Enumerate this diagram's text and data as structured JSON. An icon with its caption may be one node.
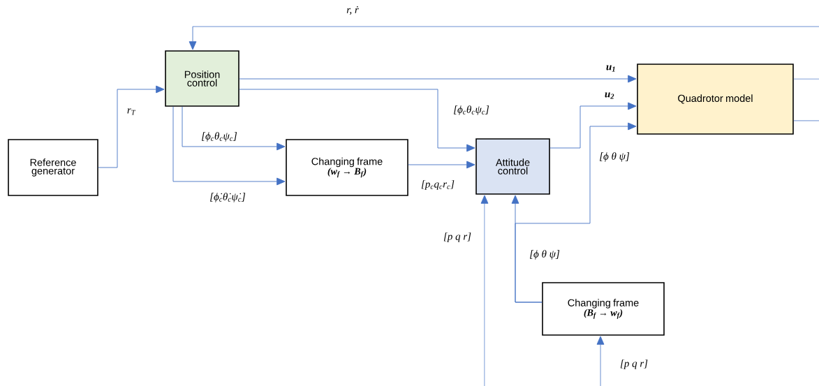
{
  "diagram": {
    "nodes": [
      {
        "text": [
          "Reference generator"
        ]
      },
      {
        "text": [
          "Position control"
        ]
      },
      {
        "text": [
          "Changing frame",
          "(w$_{f}$ → B$_{f}$)"
        ]
      },
      {
        "text": [
          "Attitude control"
        ]
      },
      {
        "text": [
          "Quadrotor model"
        ]
      },
      {
        "text": [
          "Changing frame",
          "(B$_{f}$ → w$_{f}$)"
        ]
      }
    ],
    "edges": [
      {
        "from": 0,
        "to": 1,
        "arrow": "to",
        "label": "r$_{T}$"
      },
      {
        "from": null,
        "to": 1,
        "arrow": "to",
        "label": "r, ṙ"
      },
      {
        "from": 1,
        "to": 4,
        "arrow": "to",
        "label": "u$_{1}$"
      },
      {
        "from": 1,
        "to": 3,
        "arrow": "to",
        "label": "[ϕ$_{c}$θ$_{c}$ψ$_{c}$]"
      },
      {
        "from": 1,
        "to": 2,
        "arrow": "to",
        "label": "[ϕ$_{c}$θ$_{c}$ψ$_{c}$]"
      },
      {
        "from": 1,
        "to": 2,
        "arrow": "to",
        "label": "[ϕ̇$_{c}$θ̇$_{c}$ψ̇$_{c}$]"
      },
      {
        "from": 2,
        "to": 3,
        "arrow": "to",
        "label": "[p$_{c}$q$_{c}$r$_{c}$]"
      },
      {
        "from": 3,
        "to": 4,
        "arrow": "to",
        "label": "u$_{2}$"
      },
      {
        "from": 4,
        "to": null,
        "arrow": "none"
      },
      {
        "from": 4,
        "to": null,
        "arrow": "none"
      },
      {
        "from": 5,
        "to": 3,
        "arrow": "to",
        "label": "[ϕ θ ψ]"
      },
      {
        "from": 5,
        "to": 4,
        "arrow": "to",
        "label": "[ϕ θ ψ]"
      },
      {
        "from": null,
        "to": 3,
        "arrow": "to",
        "label": "[p q r]"
      },
      {
        "from": null,
        "to": 5,
        "arrow": "to",
        "label": "[p q r]"
      }
    ]
  }
}
